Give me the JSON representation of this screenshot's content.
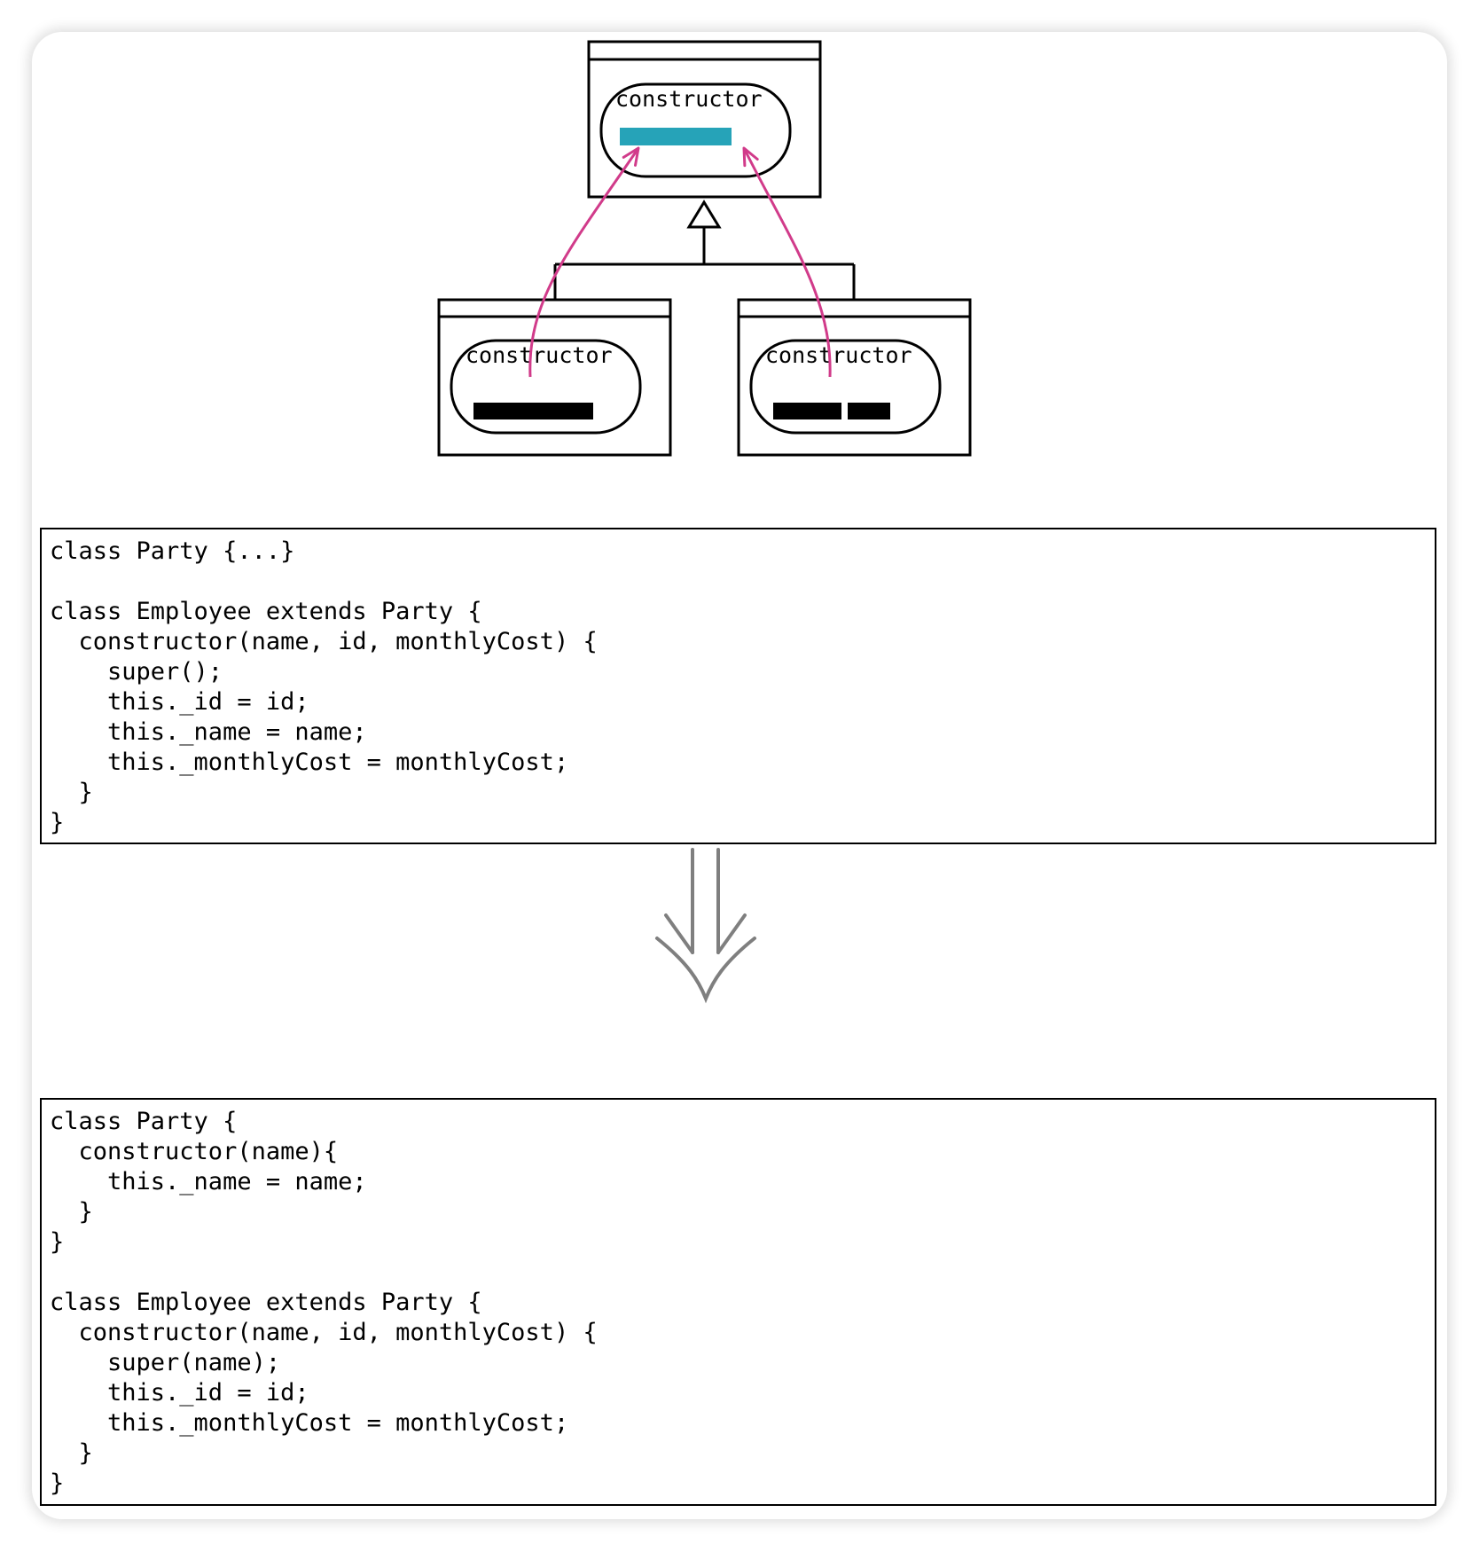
{
  "diagram": {
    "superclass": {
      "method_label": "constructor"
    },
    "subclass_left": {
      "method_label": "constructor"
    },
    "subclass_right": {
      "method_label": "constructor"
    },
    "colors": {
      "moved_code": "#26a3b8",
      "statement": "#000000",
      "move_arrow": "#d13b8a",
      "refactor_arrow": "#7f7f7f"
    }
  },
  "code_before": {
    "lines": [
      "class Party {...}",
      "",
      "class Employee extends Party {",
      "  constructor(name, id, monthlyCost) {",
      "    super();",
      "    this._id = id;",
      "    this._name = name;",
      "    this._monthlyCost = monthlyCost;",
      "  }",
      "}"
    ]
  },
  "code_after": {
    "lines": [
      "class Party {",
      "  constructor(name){",
      "    this._name = name;",
      "  }",
      "}",
      "",
      "class Employee extends Party {",
      "  constructor(name, id, monthlyCost) {",
      "    super(name);",
      "    this._id = id;",
      "    this._monthlyCost = monthlyCost;",
      "  }",
      "}"
    ]
  }
}
